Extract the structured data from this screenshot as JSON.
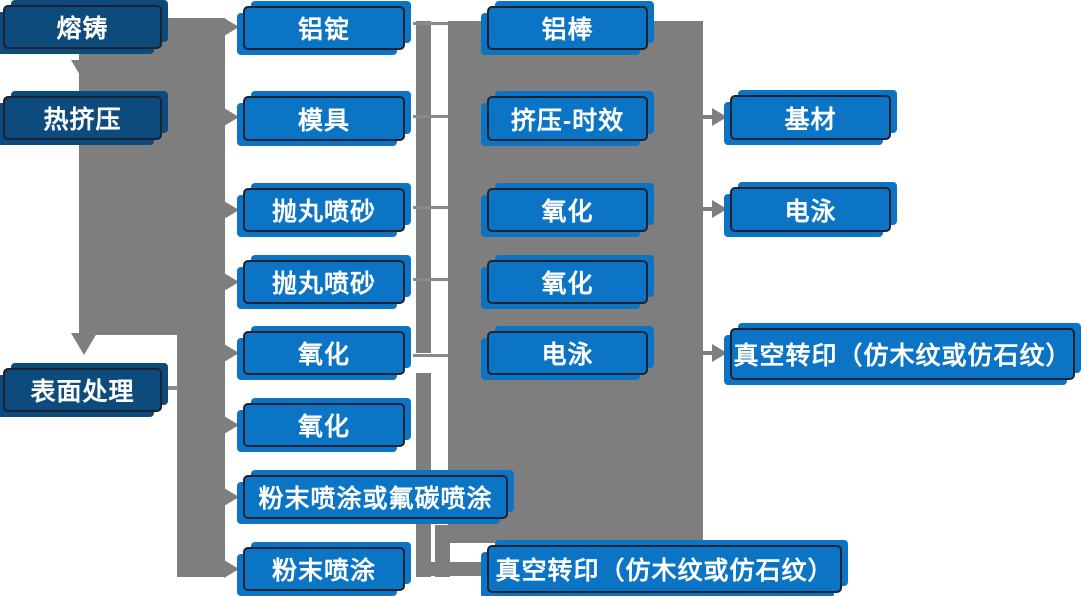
{
  "diagram": {
    "description": "Aluminum profile production process flowchart",
    "colors": {
      "node_blue": "#0b74c4",
      "node_dark_blue": "#0e4b7d",
      "connector_gray": "#7e7e7e",
      "node_border": "#1b2230",
      "text": "#ffffff",
      "background": "#ffffff"
    },
    "nodes": {
      "c1": [
        "熔铸",
        "热挤压",
        "表面处理"
      ],
      "c2": [
        "铝锭",
        "模具",
        "抛丸喷砂",
        "抛丸喷砂",
        "氧化",
        "氧化",
        "粉末喷涂或氟碳喷涂",
        "粉末喷涂"
      ],
      "c3": [
        "铝棒",
        "挤压-时效",
        "氧化",
        "氧化",
        "电泳"
      ],
      "c4": [
        "基材",
        "电泳",
        "真空转印（仿木纹或仿石纹）"
      ],
      "bottom": [
        "真空转印（仿木纹或仿石纹）"
      ]
    },
    "edges": [
      {
        "from": "熔铸",
        "to": "热挤压"
      },
      {
        "from": "热挤压",
        "to": "表面处理"
      },
      {
        "from": "熔铸/热挤压",
        "to": "铝锭"
      },
      {
        "from": "熔铸/热挤压",
        "to": "模具"
      },
      {
        "from": "表面处理",
        "to": "抛丸喷砂"
      },
      {
        "from": "表面处理",
        "to": "氧化"
      },
      {
        "from": "表面处理",
        "to": "粉末喷涂或氟碳喷涂"
      },
      {
        "from": "表面处理",
        "to": "粉末喷涂"
      },
      {
        "from": "铝锭",
        "to": "铝棒"
      },
      {
        "from": "模具",
        "to": "挤压-时效"
      },
      {
        "from": "挤压-时效",
        "to": "基材"
      },
      {
        "from": "氧化",
        "to": "电泳"
      },
      {
        "from": "电泳",
        "to": "真空转印（仿木纹或仿石纹）"
      },
      {
        "from": "粉末喷涂",
        "to": "真空转印（仿木纹或仿石纹）"
      }
    ]
  }
}
